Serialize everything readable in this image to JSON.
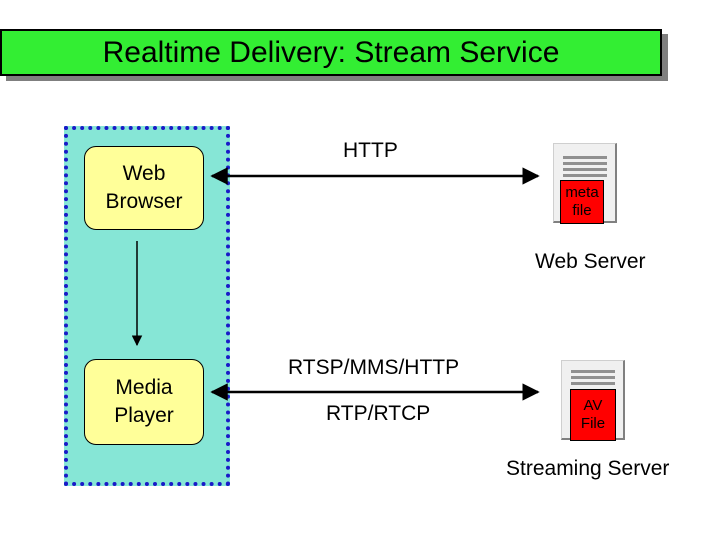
{
  "title": "Realtime Delivery: Stream Service",
  "client": {
    "web_browser": "Web\nBrowser",
    "media_player": "Media\nPlayer"
  },
  "protocols": {
    "http": "HTTP",
    "control": "RTSP/MMS/HTTP",
    "transport": "RTP/RTCP"
  },
  "web_server": {
    "file_label": "meta\nfile",
    "caption": "Web Server"
  },
  "streaming_server": {
    "file_label": "AV\nFile",
    "caption": "Streaming Server"
  },
  "colors": {
    "title_background": "#33ee33",
    "client_panel": "#86e6d6",
    "client_border": "#1a1ac8",
    "node_fill": "#ffff99",
    "file_fill": "#ff0000"
  }
}
